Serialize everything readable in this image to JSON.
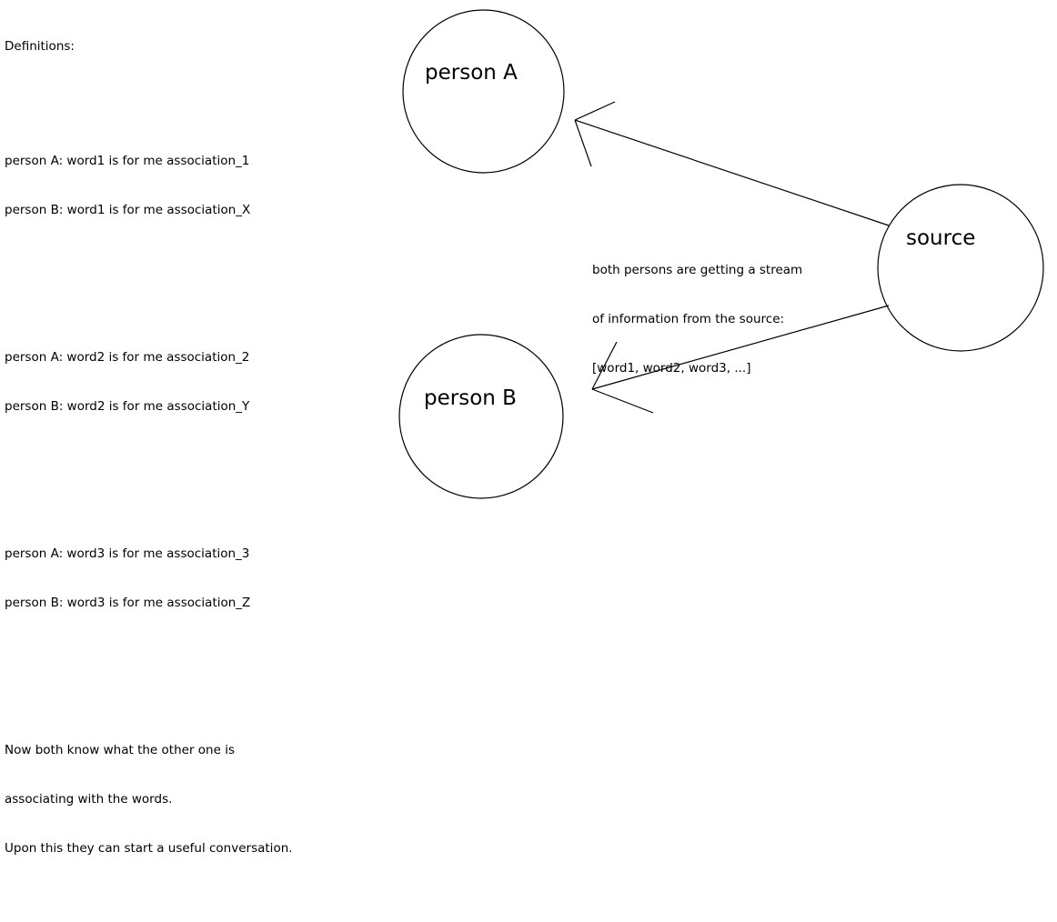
{
  "diagram": {
    "title_text": "Definitions:",
    "definitions": [
      {
        "a": "person A: word1 is for me association_1",
        "b": "person B: word1 is for me association_X"
      },
      {
        "a": "person A: word2 is for me association_2",
        "b": "person B: word2 is for me association_Y"
      },
      {
        "a": "person A: word3 is for me association_3",
        "b": "person B: word3 is for me association_Z"
      }
    ],
    "conclusion": [
      "Now both know what the other one is",
      "associating with the words.",
      "Upon this they can start a useful conversation."
    ],
    "stream_note": [
      "both persons are getting a stream",
      "of information from the source:",
      "[word1, word2, word3, ...]"
    ],
    "nodes": {
      "person_a": "person A",
      "person_b": "person B",
      "source": "source"
    },
    "colors": {
      "background": "#ffffff",
      "stroke": "#000000",
      "text": "#000000"
    }
  }
}
